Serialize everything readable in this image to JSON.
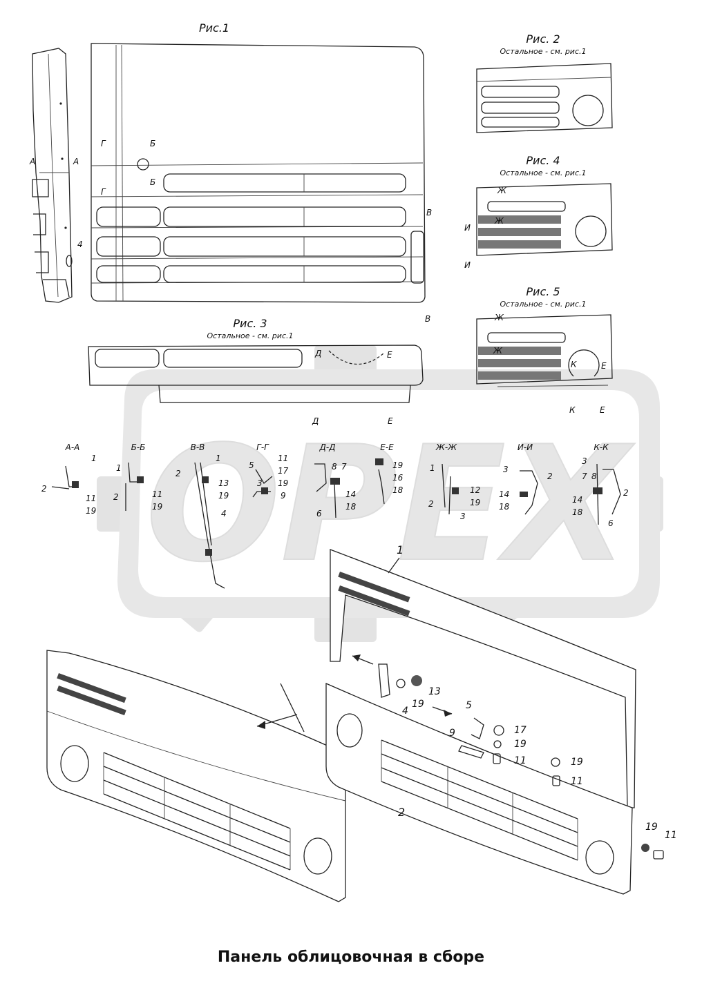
{
  "watermark": "OPEX",
  "caption": "Панель облицовочная в сборе",
  "figures": {
    "fig1": {
      "title": "Рис.1"
    },
    "fig2": {
      "title": "Рис. 2",
      "note": "Остальное - см. рис.1"
    },
    "fig3": {
      "title": "Рис. 3",
      "note": "Остальное - см. рис.1"
    },
    "fig4": {
      "title": "Рис. 4",
      "note": "Остальное - см. рис.1"
    },
    "fig5": {
      "title": "Рис. 5",
      "note": "Остальное - см. рис.1"
    }
  },
  "section_marks": {
    "A": "А",
    "B": "Б",
    "V": "В",
    "G": "Г",
    "D": "Д",
    "E": "Е",
    "ZH": "Ж",
    "I": "И",
    "K": "К"
  },
  "sections": [
    {
      "title": "А-А",
      "parts": [
        "1",
        "2",
        "11",
        "19"
      ]
    },
    {
      "title": "Б-Б",
      "parts": [
        "1",
        "2",
        "11",
        "19"
      ]
    },
    {
      "title": "В-В",
      "parts": [
        "1",
        "2",
        "13",
        "19",
        "4"
      ]
    },
    {
      "title": "Г-Г",
      "parts": [
        "5",
        "11",
        "17",
        "19",
        "3",
        "9"
      ]
    },
    {
      "title": "Д-Д",
      "parts": [
        "8",
        "7",
        "14",
        "18",
        "6"
      ]
    },
    {
      "title": "Е-Е",
      "parts": [
        "19",
        "16",
        "18"
      ]
    },
    {
      "title": "Ж-Ж",
      "parts": [
        "1",
        "12",
        "19",
        "2",
        "3"
      ]
    },
    {
      "title": "И-И",
      "parts": [
        "3",
        "2",
        "14",
        "18"
      ]
    },
    {
      "title": "К-К",
      "parts": [
        "3",
        "7",
        "8",
        "14",
        "18",
        "2",
        "6"
      ]
    }
  ],
  "assembly_parts": [
    "1",
    "2",
    "4",
    "5",
    "9",
    "11",
    "13",
    "17",
    "19"
  ]
}
